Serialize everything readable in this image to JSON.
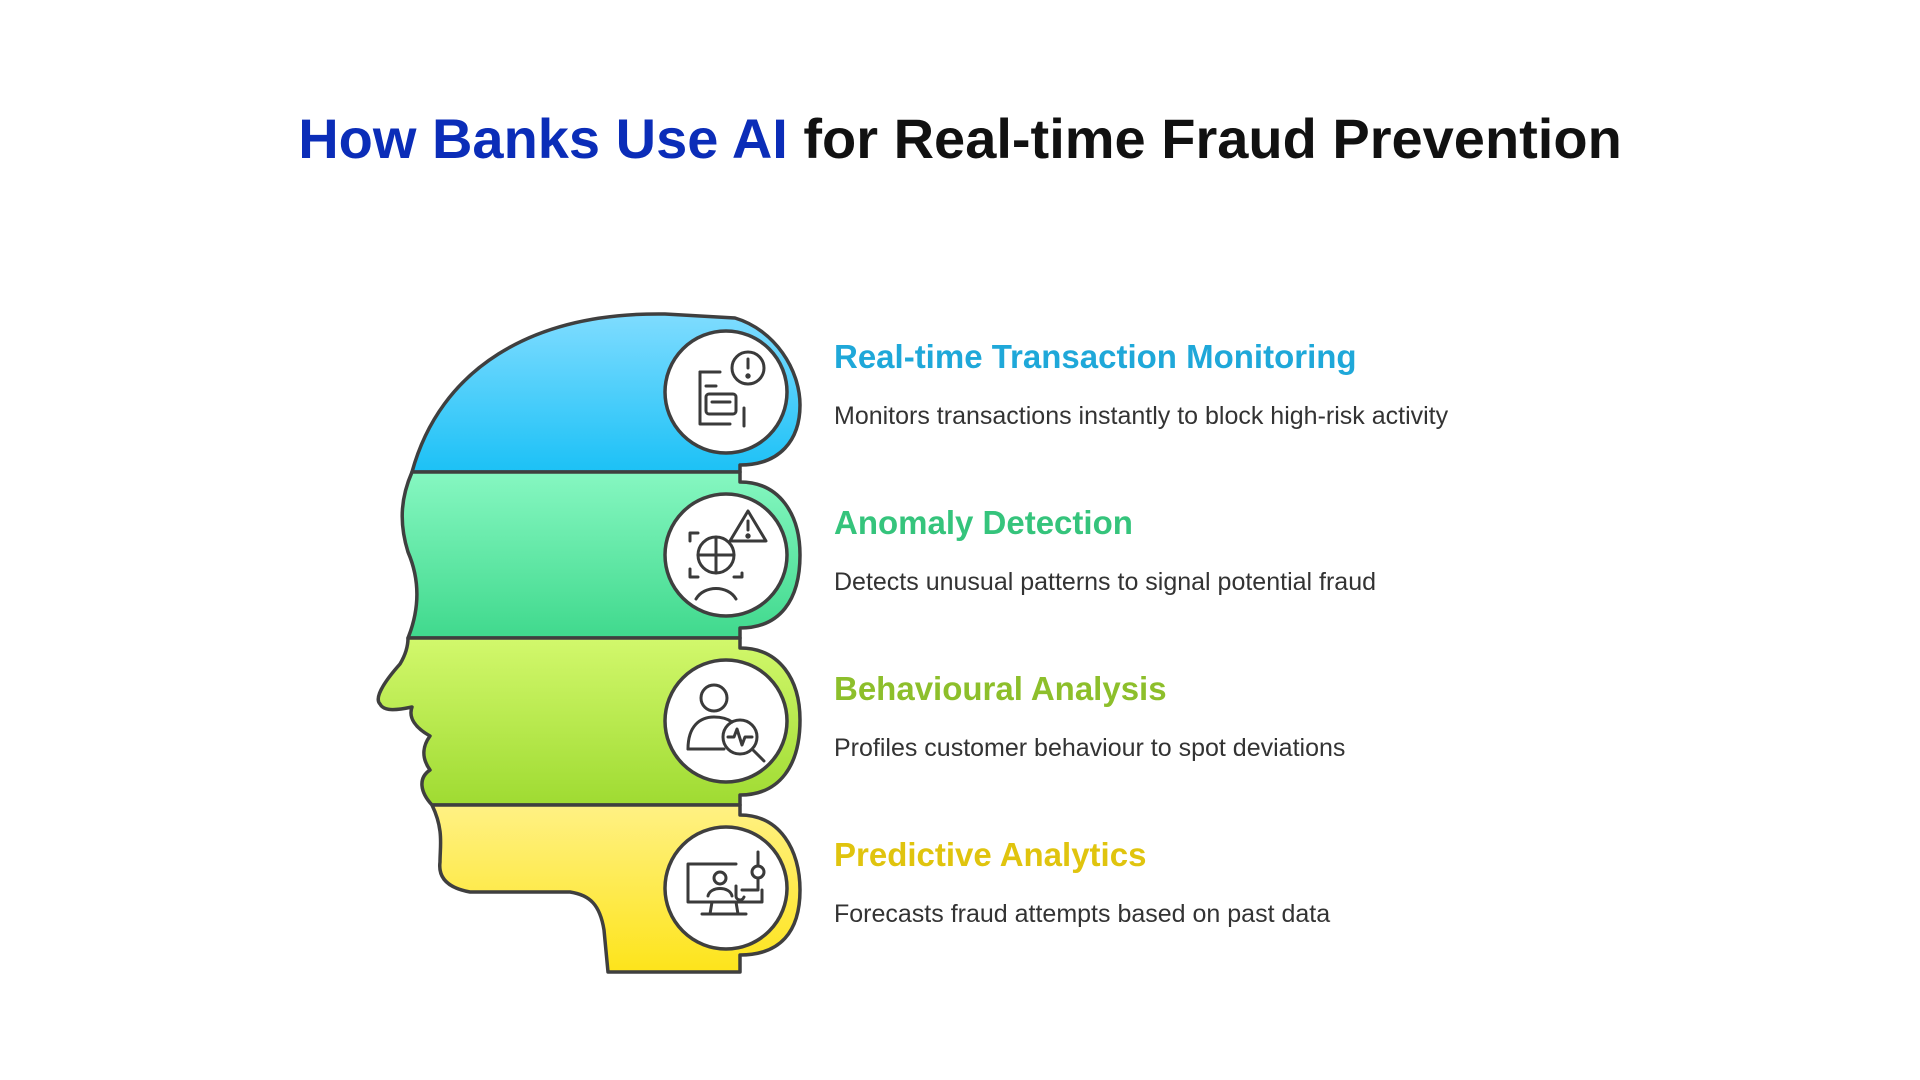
{
  "title": {
    "highlight": "How Banks Use AI",
    "rest": " for Real-time Fraud Prevention",
    "highlight_color": "#0b2db8"
  },
  "items": [
    {
      "heading": "Real-time Transaction Monitoring",
      "description": "Monitors transactions instantly to block high-risk activity",
      "color": "#1fa8d9",
      "icon": "transaction-alert-icon"
    },
    {
      "heading": "Anomaly Detection",
      "description": "Detects unusual patterns to signal potential fraud",
      "color": "#35c47c",
      "icon": "anomaly-scan-icon"
    },
    {
      "heading": "Behavioural Analysis",
      "description": "Profiles customer behaviour to spot deviations",
      "color": "#8dbf2b",
      "icon": "user-analysis-icon"
    },
    {
      "heading": "Predictive Analytics",
      "description": "Forecasts fraud attempts based on past data",
      "color": "#e0c40e",
      "icon": "monitor-forecast-icon"
    }
  ]
}
